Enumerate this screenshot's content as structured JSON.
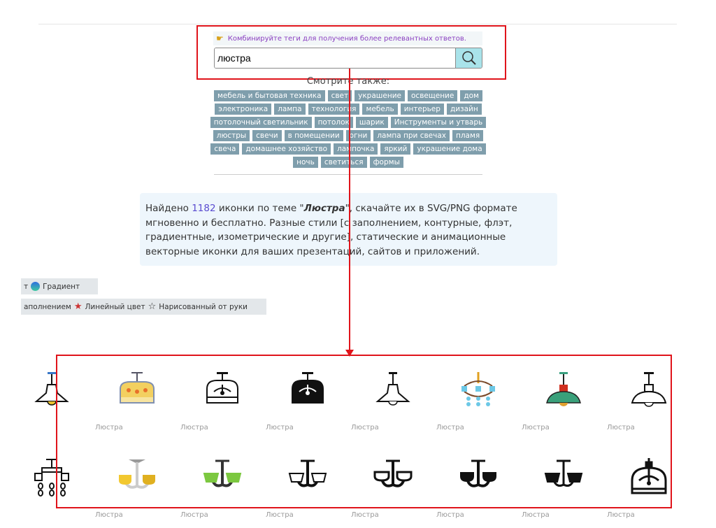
{
  "search": {
    "hint": "Комбинируйте теги для получения более релевантных ответов.",
    "value": "люстра",
    "hint_icon": "pointing-hand-icon",
    "button_icon": "search-icon"
  },
  "see_also": {
    "title": "Смотрите также:",
    "tag_rows": [
      [
        "мебель и бытовая техника",
        "свет",
        "украшение",
        "освещение",
        "дом"
      ],
      [
        "электроника",
        "лампа",
        "технология",
        "мебель",
        "интерьер",
        "дизайн"
      ],
      [
        "потолочный светильник",
        "потолок",
        "шарик",
        "Инструменты и утварь"
      ],
      [
        "люстры",
        "свечи",
        "в помещении",
        "огни",
        "лампа при свечах",
        "пламя"
      ],
      [
        "свеча",
        "домашнее хозяйство",
        "лампочка",
        "яркий",
        "украшение дома"
      ],
      [
        "ночь",
        "светиться",
        "формы"
      ]
    ]
  },
  "description": {
    "pre": "Найдено ",
    "count": "1182",
    "mid": " иконки по теме \"",
    "topic": "Люстра",
    "post": "\", скачайте их в SVG/PNG формате мгновенно и бесплатно. Разные стили [с заполнением, контурные, флэт, градиентные, изометрические и другие], статические и анимационные векторные иконки для ваших презентаций, сайтов и приложений."
  },
  "filters": {
    "row1": [
      {
        "label": "т",
        "icon": ""
      },
      {
        "label": "Градиент",
        "icon": "gradient-circle-icon"
      }
    ],
    "row2": [
      {
        "label": "аполнением",
        "icon": ""
      },
      {
        "label": "Линейный цвет",
        "icon": "star-color-icon"
      },
      {
        "label": "Нарисованный от руки",
        "icon": "star-outline-icon"
      }
    ]
  },
  "icons": {
    "label": "Люстра",
    "row1": [
      "pendant-lamp-outline-color",
      "ceiling-lamp-yellow",
      "ceiling-chandelier-outline",
      "ceiling-chandelier-solid",
      "pendant-lamp-outline",
      "crystal-chandelier-blue",
      "pendant-lamp-green",
      "pendant-lamp-wide"
    ],
    "row2": [
      "crystal-chandelier-outline",
      "chandelier-two-arm-yellow",
      "chandelier-two-arm-green",
      "chandelier-two-arm-outline",
      "chandelier-two-arm-outline-round",
      "chandelier-two-arm-solid",
      "chandelier-two-arm-shades",
      "ceiling-dome-outline"
    ]
  },
  "colors": {
    "accent_red": "#e0141b",
    "tag_bg": "#7f9eac",
    "search_button": "#a9e3ea",
    "count_link": "#5a4bd0"
  }
}
